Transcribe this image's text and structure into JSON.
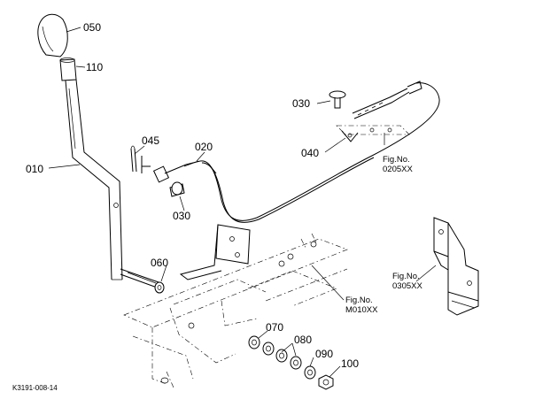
{
  "diagram": {
    "callouts": {
      "c050": "050",
      "c110": "110",
      "c010": "010",
      "c045": "045",
      "c020": "020",
      "c030a": "030",
      "c030b": "030",
      "c040": "040",
      "c060": "060",
      "c070": "070",
      "c080": "080",
      "c090": "090",
      "c100": "100"
    },
    "fig_refs": {
      "ref1_label": "Fig.No.",
      "ref1_code": "0205XX",
      "ref2_label": "Fig.No.",
      "ref2_code": "0305XX",
      "ref3_label": "Fig.No.",
      "ref3_code": "M010XX"
    },
    "drawing_code": "K3191-008-14"
  }
}
